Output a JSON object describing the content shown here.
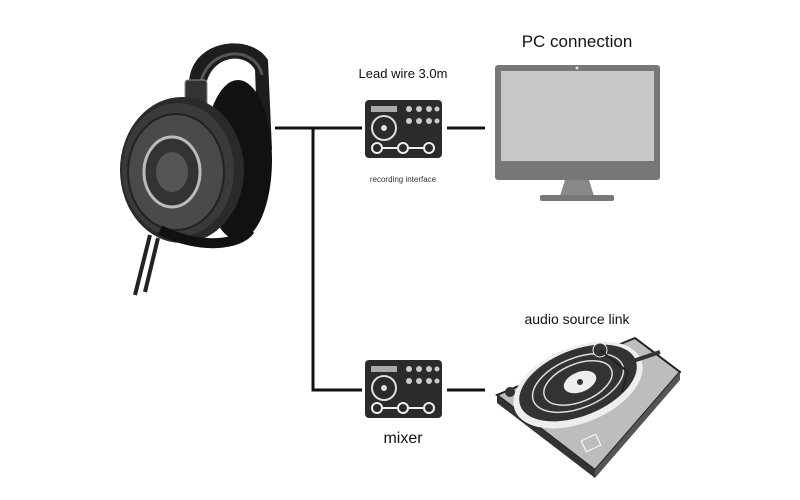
{
  "labels": {
    "pc_connection": "PC connection",
    "lead_wire": "Lead wire 3.0m",
    "recording_interface": "recording interface",
    "audio_source_link": "audio source link",
    "mixer": "mixer"
  },
  "colors": {
    "device": "#2b2b2b",
    "screen": "#c8c8c8",
    "monitor_frame": "#777777",
    "line": "#111111"
  },
  "icons": [
    "headphones-image",
    "recording-interface-icon",
    "monitor-icon",
    "mixer-icon",
    "turntable-icon"
  ]
}
